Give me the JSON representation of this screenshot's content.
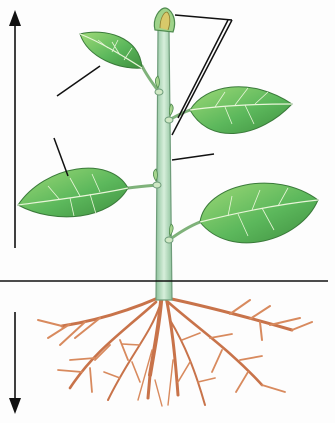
{
  "diagram": {
    "labels": [],
    "colors": {
      "leaf": "#5cb85c",
      "leaf_dark": "#3f8f3f",
      "vein": "#e8f5d8",
      "stem": "#b9dcc0",
      "stem_edge": "#6e9c7a",
      "root": "#c8734a",
      "root_light": "#e0a27a",
      "ground": "#111111",
      "pointer": "#111111"
    },
    "parts": [
      "bud",
      "leaf",
      "stem",
      "node",
      "root",
      "soil-line",
      "shoot-system-arrow",
      "root-system-arrow"
    ]
  }
}
